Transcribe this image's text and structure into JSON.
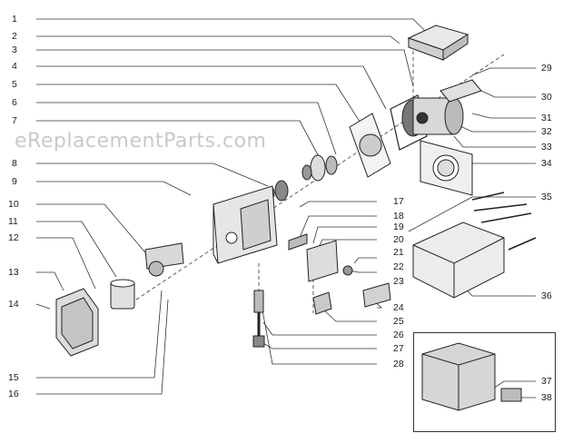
{
  "watermark": "eReplacementParts.com",
  "callouts_left": [
    "1",
    "2",
    "3",
    "4",
    "5",
    "6",
    "7",
    "8",
    "9",
    "10",
    "11",
    "12",
    "13",
    "14",
    "15",
    "16"
  ],
  "callouts_right": [
    "29",
    "30",
    "31",
    "32",
    "33",
    "34",
    "35",
    "36",
    "37",
    "38"
  ],
  "callouts_center": [
    "17",
    "18",
    "19",
    "20",
    "21",
    "22",
    "23",
    "24",
    "25",
    "26",
    "27",
    "28"
  ],
  "colors": {
    "line": "#333333",
    "text": "#1a1a1a",
    "watermark": "#c9c9c9"
  }
}
